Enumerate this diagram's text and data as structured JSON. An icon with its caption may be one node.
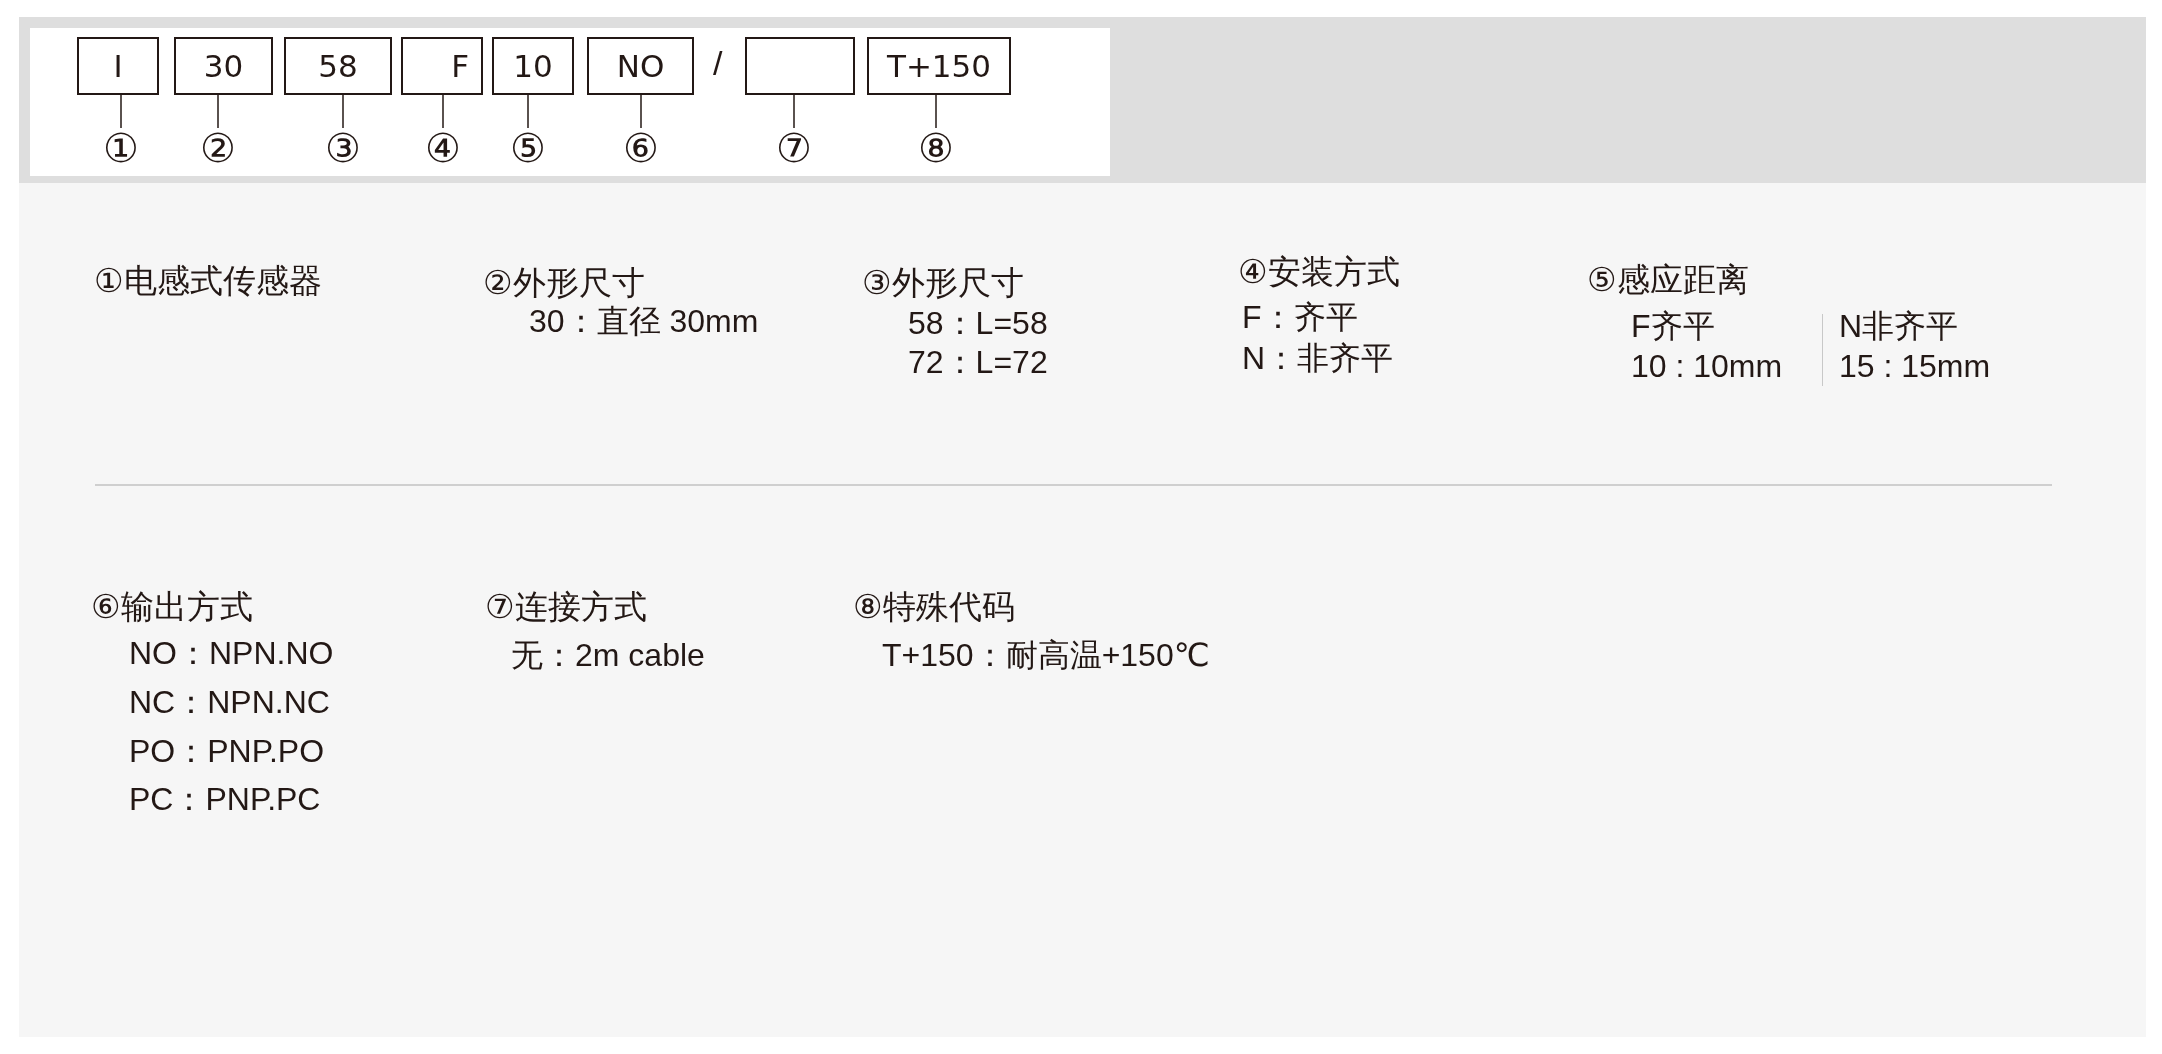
{
  "diagram": {
    "nodes": [
      {
        "text": [
          "I"
        ]
      },
      {
        "text": [
          "30"
        ]
      },
      {
        "text": [
          "58"
        ]
      },
      {
        "text": [
          "F"
        ]
      },
      {
        "text": [
          "10"
        ]
      },
      {
        "text": [
          "NO"
        ]
      },
      {
        "text": [],
        "shape": "box"
      },
      {
        "text": [
          "T+150"
        ]
      },
      {
        "text": [
          "①"
        ]
      },
      {
        "text": [
          "②"
        ]
      },
      {
        "text": [
          "③"
        ]
      },
      {
        "text": [
          "④"
        ]
      },
      {
        "text": [
          "⑤"
        ]
      },
      {
        "text": [
          "⑥"
        ]
      },
      {
        "text": [
          "⑦"
        ]
      },
      {
        "text": [
          "⑧"
        ]
      }
    ],
    "edges": [
      {
        "from": 0,
        "to": 8,
        "arrow": "none"
      },
      {
        "from": 1,
        "to": 9,
        "arrow": "none"
      },
      {
        "from": 2,
        "to": 10,
        "arrow": "none"
      },
      {
        "from": 3,
        "to": 11,
        "arrow": "none"
      },
      {
        "from": 4,
        "to": 12,
        "arrow": "none"
      },
      {
        "from": 5,
        "to": 13,
        "arrow": "none"
      },
      {
        "from": 6,
        "to": 14,
        "arrow": "none"
      },
      {
        "from": 7,
        "to": 15,
        "arrow": "none"
      }
    ],
    "labels": [
      "/",
      "①电感式传感器",
      "②外形尺寸",
      "30：直径 30mm",
      "③外形尺寸",
      "58：L=58",
      "72：L=72",
      "④安装方式",
      "F：齐平",
      "N：非齐平",
      "⑤感应距离",
      "F齐平",
      "N非齐平",
      "10 : 10mm",
      "15 : 15mm",
      "⑥输出方式",
      "NO：NPN.NO",
      "NC：NPN.NC",
      "PO：PNP.PO",
      "PC：PNP.PC",
      "⑦连接方式",
      "无：2m cable",
      "⑧特殊代码",
      "T+150：耐高温+150℃"
    ]
  }
}
